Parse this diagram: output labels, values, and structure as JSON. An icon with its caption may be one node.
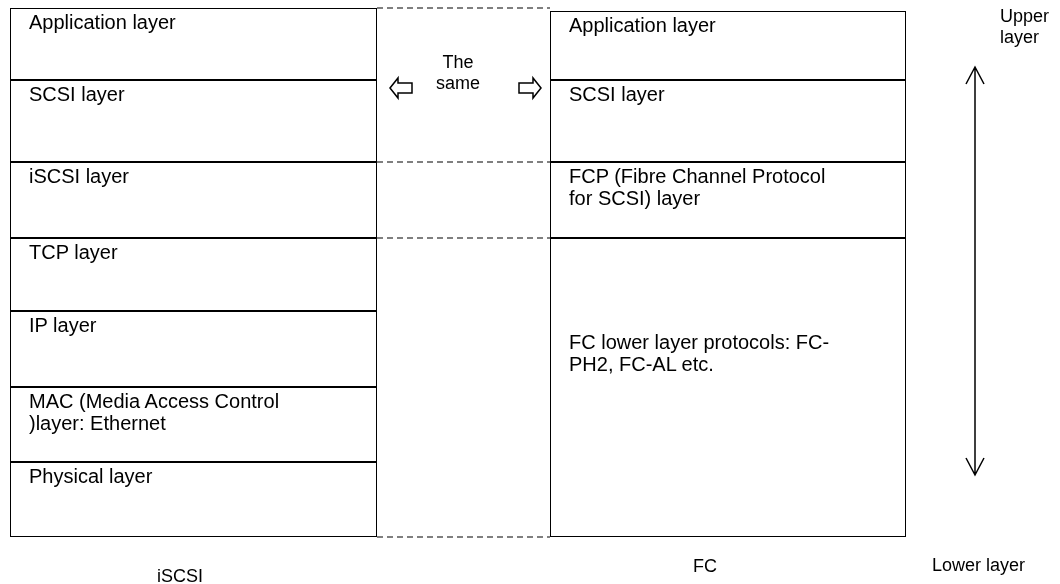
{
  "diagram": {
    "nodes": [
      {
        "text": [
          "Application layer"
        ]
      },
      {
        "text": [
          "SCSI layer"
        ]
      },
      {
        "text": [
          "iSCSI layer"
        ]
      },
      {
        "text": [
          "TCP layer"
        ]
      },
      {
        "text": [
          "IP layer"
        ]
      },
      {
        "text": [
          "MAC (Media Access Control )layer: Ethernet"
        ]
      },
      {
        "text": [
          "Physical layer"
        ]
      },
      {
        "text": [
          "Application layer"
        ]
      },
      {
        "text": [
          "SCSI layer"
        ]
      },
      {
        "text": [
          "FCP (Fibre Channel Protocol for SCSI) layer"
        ]
      },
      {
        "text": [
          "FC lower layer protocols: FC-PH2, FC-AL etc."
        ]
      }
    ],
    "edges": [],
    "labels": [
      "The same",
      "Upper layer",
      "Lower layer",
      "iSCSI",
      "FC"
    ]
  }
}
